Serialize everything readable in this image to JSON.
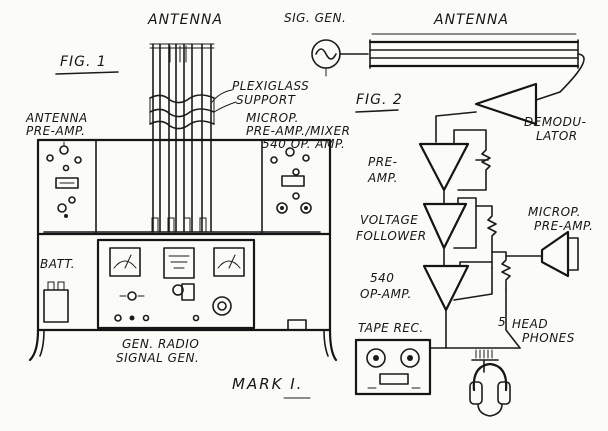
{
  "fig1": {
    "title": "FIG. 1",
    "antenna": "ANTENNA",
    "plexiglass_line1": "PLEXIGLASS",
    "plexiglass_line2": "SUPPORT",
    "antenna_preamp_line1": "ANTENNA",
    "antenna_preamp_line2": "PRE-AMP.",
    "microp_preamp_line1": "MICROP.",
    "microp_preamp_line2": "PRE-AMP./MIXER",
    "op_amp_540": "540 OP. AMP.",
    "batt": "BATT.",
    "gen_radio_line1": "GEN. RADIO",
    "gen_radio_line2": "SIGNAL GEN.",
    "mark": "MARK I."
  },
  "fig2": {
    "title": "FIG. 2",
    "sig_gen": "SIG. GEN.",
    "antenna": "ANTENNA",
    "demodulator_line1": "DEMODU-",
    "demodulator_line2": "LATOR",
    "preamp_line1": "PRE-",
    "preamp_line2": "AMP.",
    "voltage_line1": "VOLTAGE",
    "voltage_line2": "FOLLOWER",
    "microp_line1": "MICROP.",
    "microp_line2": "PRE-AMP.",
    "op_amp_line1": "540",
    "op_amp_line2": "OP-AMP.",
    "tape_rec": "TAPE REC.",
    "head_line1": "HEAD",
    "head_line2": "PHONES",
    "five": "5"
  }
}
